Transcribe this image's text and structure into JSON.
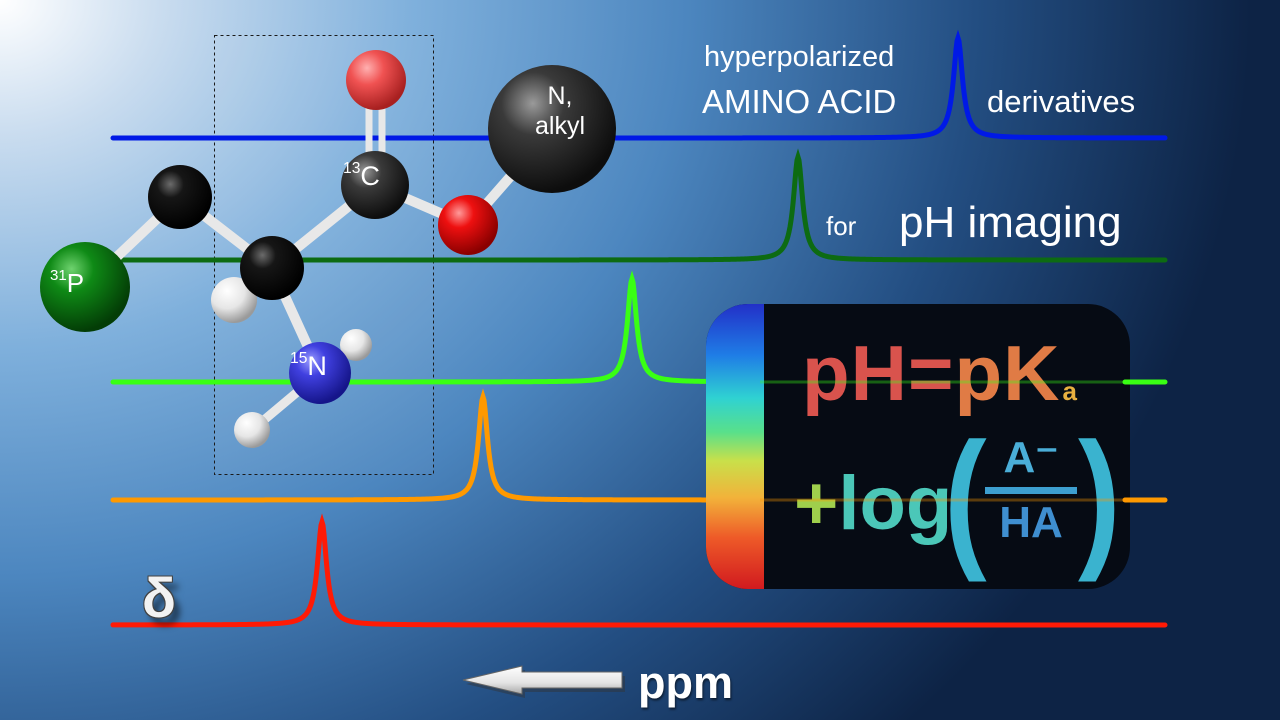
{
  "title": {
    "line1": "hyperpolarized",
    "line2": "AMINO ACID",
    "line3": "derivatives",
    "for": "for",
    "ph_imaging": "pH imaging"
  },
  "molecule": {
    "carbonyl_carbon": {
      "isotope": "13",
      "symbol": "C"
    },
    "phosphorus": {
      "isotope": "31",
      "symbol": "P"
    },
    "amine_nitrogen": {
      "isotope": "15",
      "symbol": "N"
    },
    "ester_group": {
      "line1": "N,",
      "line2": "alkyl"
    }
  },
  "formula": {
    "line1_a": "pH=",
    "line1_b": "pK",
    "line1_sub": "a",
    "line2_plus": "+",
    "line2_log": "log",
    "frac_num": "A⁻",
    "frac_den": "HA",
    "paren_l": "(",
    "paren_r": ")"
  },
  "axis": {
    "symbol": "δ",
    "unit": "ppm"
  },
  "colors": {
    "blue": "#0019e6",
    "dark_green": "#0d6b12",
    "light_green": "#39ff14",
    "orange": "#ff9900",
    "red": "#ff1a05"
  }
}
